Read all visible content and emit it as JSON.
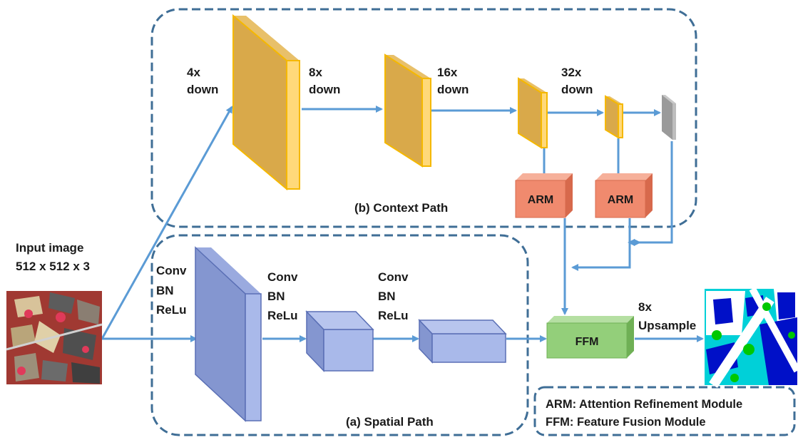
{
  "colors": {
    "dashed_border": "#3f6e96",
    "arrow": "#5b9bd5",
    "context_block_face": "#d9a94a",
    "context_block_front": "#ffd97a",
    "context_block_edge": "#f5b800",
    "spatial_block_face": "#8496d0",
    "spatial_block_front": "#a9b9ea",
    "spatial_block_edge": "#5a6fb5",
    "arm_fill": "#f08a6e",
    "ffm_fill": "#93cf7a",
    "gray_block": "#a6a6a6"
  },
  "context_path": {
    "title": "(b) Context Path",
    "down_labels": [
      {
        "line1": "4x",
        "line2": "down"
      },
      {
        "line1": "8x",
        "line2": "down"
      },
      {
        "line1": "16x",
        "line2": "down"
      },
      {
        "line1": "32x",
        "line2": "down"
      }
    ],
    "arm_labels": [
      "ARM",
      "ARM"
    ]
  },
  "spatial_path": {
    "title": "(a) Spatial Path",
    "conv_labels": [
      {
        "line1": "Conv",
        "line2": "BN",
        "line3": "ReLu"
      },
      {
        "line1": "Conv",
        "line2": "BN",
        "line3": "ReLu"
      },
      {
        "line1": "Conv",
        "line2": "BN",
        "line3": "ReLu"
      }
    ]
  },
  "input": {
    "line1": "Input image",
    "line2": "512 x 512 x 3"
  },
  "ffm_label": "FFM",
  "upsample": {
    "line1": "8x",
    "line2": "Upsample"
  },
  "legend": {
    "line1": "ARM: Attention Refinement Module",
    "line2": "FFM: Feature Fusion Module"
  }
}
